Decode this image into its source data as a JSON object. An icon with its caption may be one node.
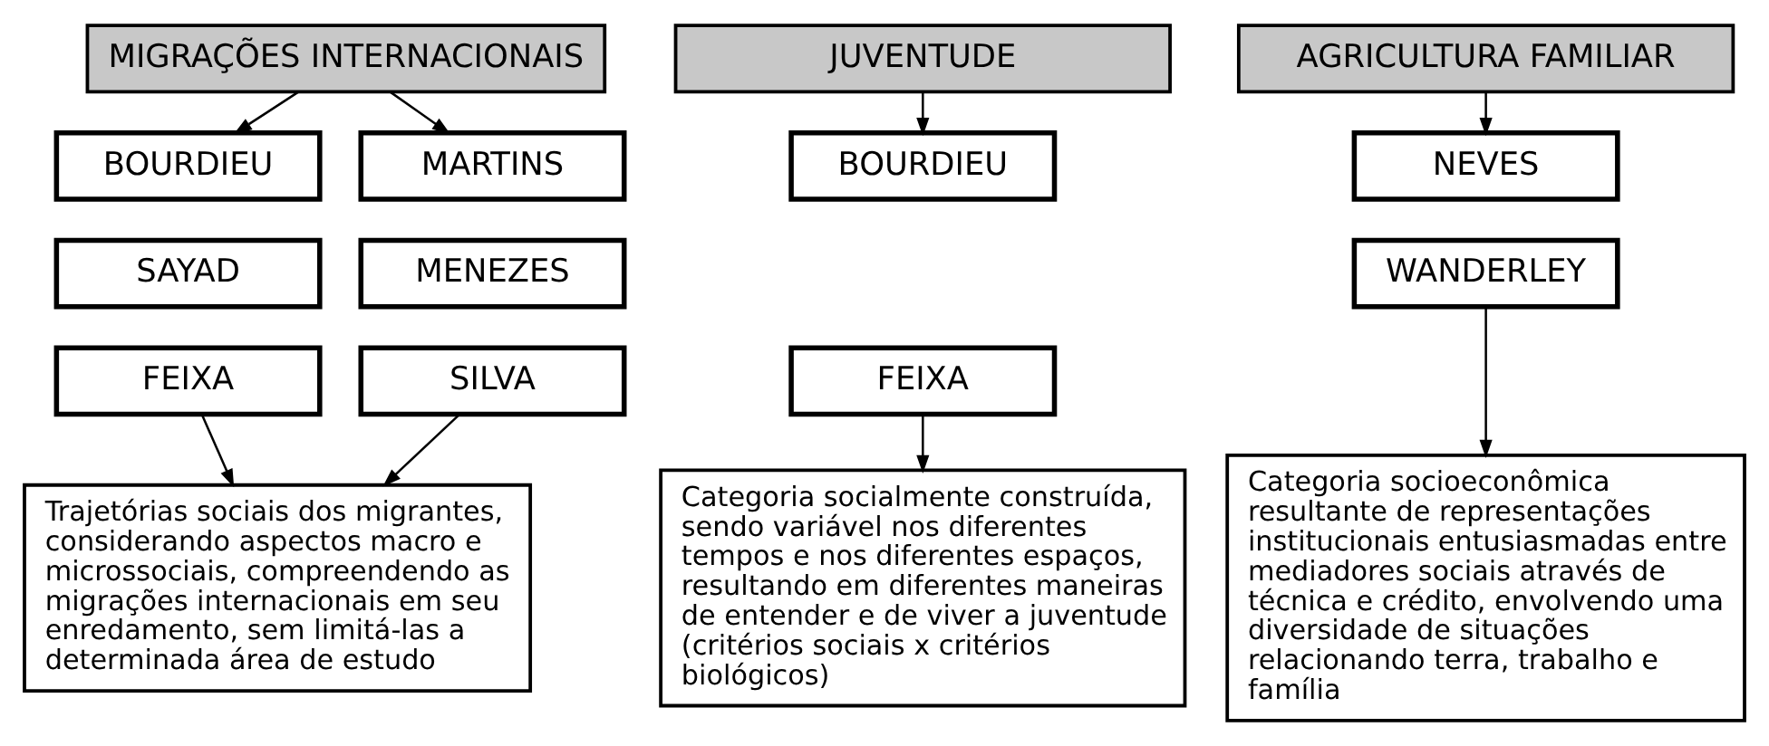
{
  "diagram": {
    "nodes": [
      {
        "text": [
          "MIGRAÇÕES INTERNACIONAIS"
        ]
      },
      {
        "text": [
          "BOURDIEU"
        ]
      },
      {
        "text": [
          "SAYAD"
        ]
      },
      {
        "text": [
          "FEIXA"
        ]
      },
      {
        "text": [
          "MARTINS"
        ]
      },
      {
        "text": [
          "MENEZES"
        ]
      },
      {
        "text": [
          "SILVA"
        ]
      },
      {
        "text": [
          "Trajetórias sociais dos migrantes, considerando aspectos macro e microssociais, compreendendo as migrações internacionais em seu enredamento, sem limitá-las a determinada área de estudo"
        ]
      },
      {
        "text": [
          "JUVENTUDE"
        ]
      },
      {
        "text": [
          "BOURDIEU"
        ]
      },
      {
        "text": [
          "FEIXA"
        ]
      },
      {
        "text": [
          "Categoria socialmente construída, sendo variável nos diferentes tempos e nos diferentes espaços, resultando em diferentes maneiras de entender e de viver a juventude (critérios sociais x critérios biológicos)"
        ]
      },
      {
        "text": [
          "AGRICULTURA FAMILIAR"
        ]
      },
      {
        "text": [
          "NEVES"
        ]
      },
      {
        "text": [
          "WANDERLEY"
        ]
      },
      {
        "text": [
          "Categoria socioeconômica resultante de representações institucionais entusiasmadas entre mediadores sociais através de técnica e crédito, envolvendo uma diversidade de situações relacionando terra, trabalho e família"
        ]
      }
    ],
    "edges": [
      {
        "from": 0,
        "to": 1,
        "arrow": "to"
      },
      {
        "from": 0,
        "to": 4,
        "arrow": "to"
      },
      {
        "from": 3,
        "to": 7,
        "arrow": "to"
      },
      {
        "from": 6,
        "to": 7,
        "arrow": "to"
      },
      {
        "from": 8,
        "to": 9,
        "arrow": "to"
      },
      {
        "from": 10,
        "to": 11,
        "arrow": "to"
      },
      {
        "from": 12,
        "to": 13,
        "arrow": "to"
      },
      {
        "from": 14,
        "to": 15,
        "arrow": "to"
      }
    ]
  }
}
